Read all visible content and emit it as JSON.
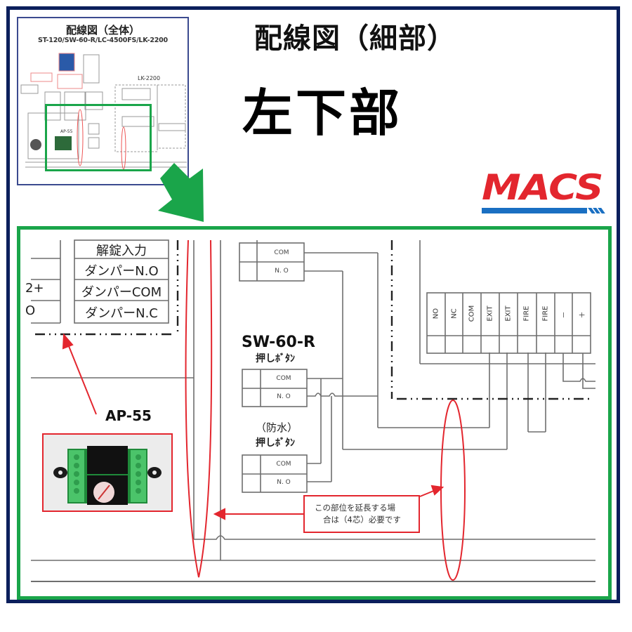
{
  "header": {
    "title_line1": "配線図（細部）",
    "title_line2": "左下部"
  },
  "thumbnail": {
    "title": "配線図（全体）",
    "subtitle": "ST-120/SW-60-R/LC-4500FS/LK-2200",
    "labels": {
      "lk": "LK-2200",
      "ap": "AP-55"
    }
  },
  "logo": {
    "text": "MACS"
  },
  "unlock_block": {
    "rows": [
      "解錠入力",
      "ダンパーN.O",
      "ダンパーCOM",
      "ダンパーN.C"
    ]
  },
  "left_partial_block": {
    "rows": [
      "",
      "",
      "2+",
      "O"
    ]
  },
  "top_terminal": {
    "rows": [
      "COM",
      "N. O"
    ]
  },
  "sw60r": {
    "title": "SW-60-R",
    "subtitle": "押しﾎﾞﾀﾝ",
    "rows": [
      "COM",
      "N. O"
    ]
  },
  "waterproof_button": {
    "title": "（防水）",
    "subtitle": "押しﾎﾞﾀﾝ",
    "rows": [
      "COM",
      "N. O"
    ]
  },
  "terminal_strip": {
    "labels": [
      "NO",
      "NC",
      "COM",
      "EXIT",
      "EXIT",
      "FIRE",
      "FIRE",
      "－",
      "＋"
    ]
  },
  "ap55": {
    "label": "AP-55"
  },
  "note": {
    "line1": "この部位を延長する場",
    "line2": "合は（4芯）必要です"
  },
  "colors": {
    "frame_navy": "#0b1f5c",
    "highlight_green": "#1aa54a",
    "annotation_red": "#e3262e",
    "logo_blue": "#1a6fc2",
    "wire_gray": "#7a7a7a"
  }
}
